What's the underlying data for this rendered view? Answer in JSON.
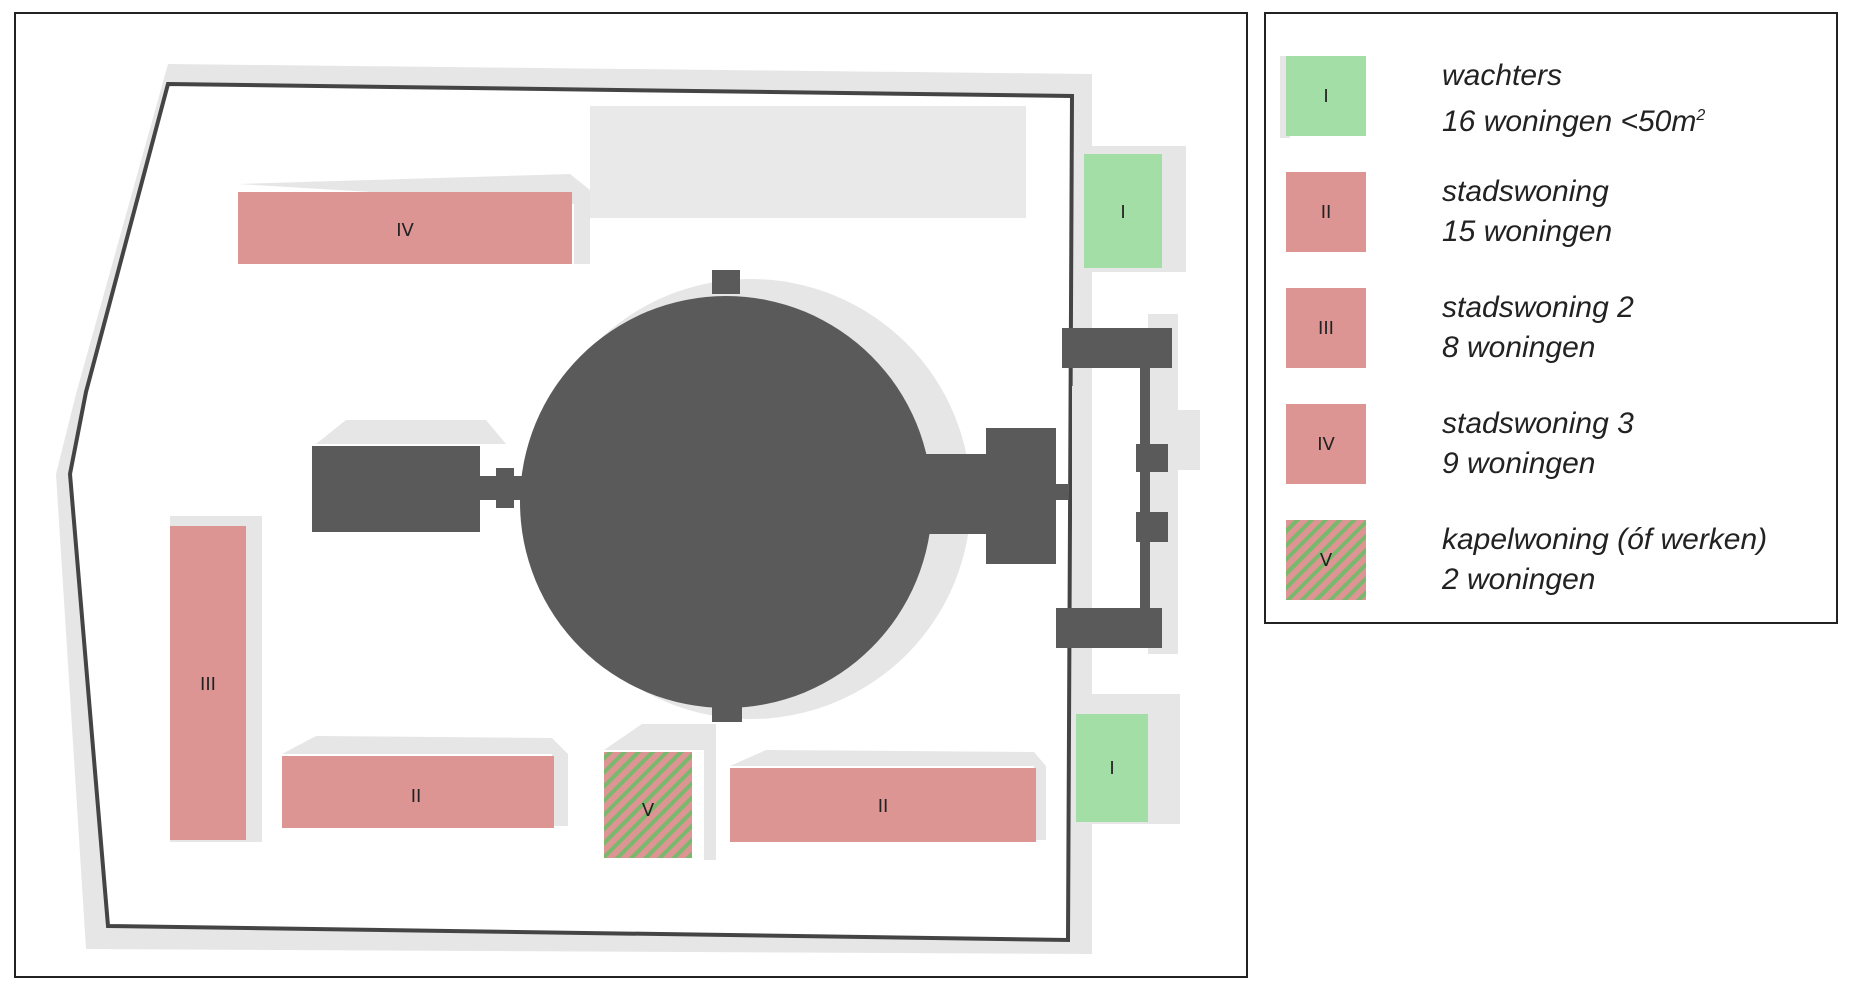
{
  "map": {
    "labels": {
      "block_iv": "IV",
      "block_i_top": "I",
      "block_iii": "III",
      "block_ii_left": "II",
      "block_v": "V",
      "block_ii_right": "II",
      "block_i_bottom": "I"
    },
    "colors": {
      "wachters": "#a2dea6",
      "stadswoning": "#dc9592",
      "building": "#5a5a5a",
      "shadow": "#e6e6e6",
      "outline": "#444444"
    }
  },
  "legend": {
    "items": [
      {
        "code": "I",
        "name": "wachters",
        "count_prefix": "16 woningen <50m",
        "count_sup": "2"
      },
      {
        "code": "II",
        "name": "stadswoning",
        "count": "15 woningen"
      },
      {
        "code": "III",
        "name": "stadswoning 2",
        "count": "8 woningen"
      },
      {
        "code": "IV",
        "name": "stadswoning 3",
        "count": "9 woningen"
      },
      {
        "code": "V",
        "name": "kapelwoning (óf werken)",
        "count": "2 woningen"
      }
    ]
  }
}
